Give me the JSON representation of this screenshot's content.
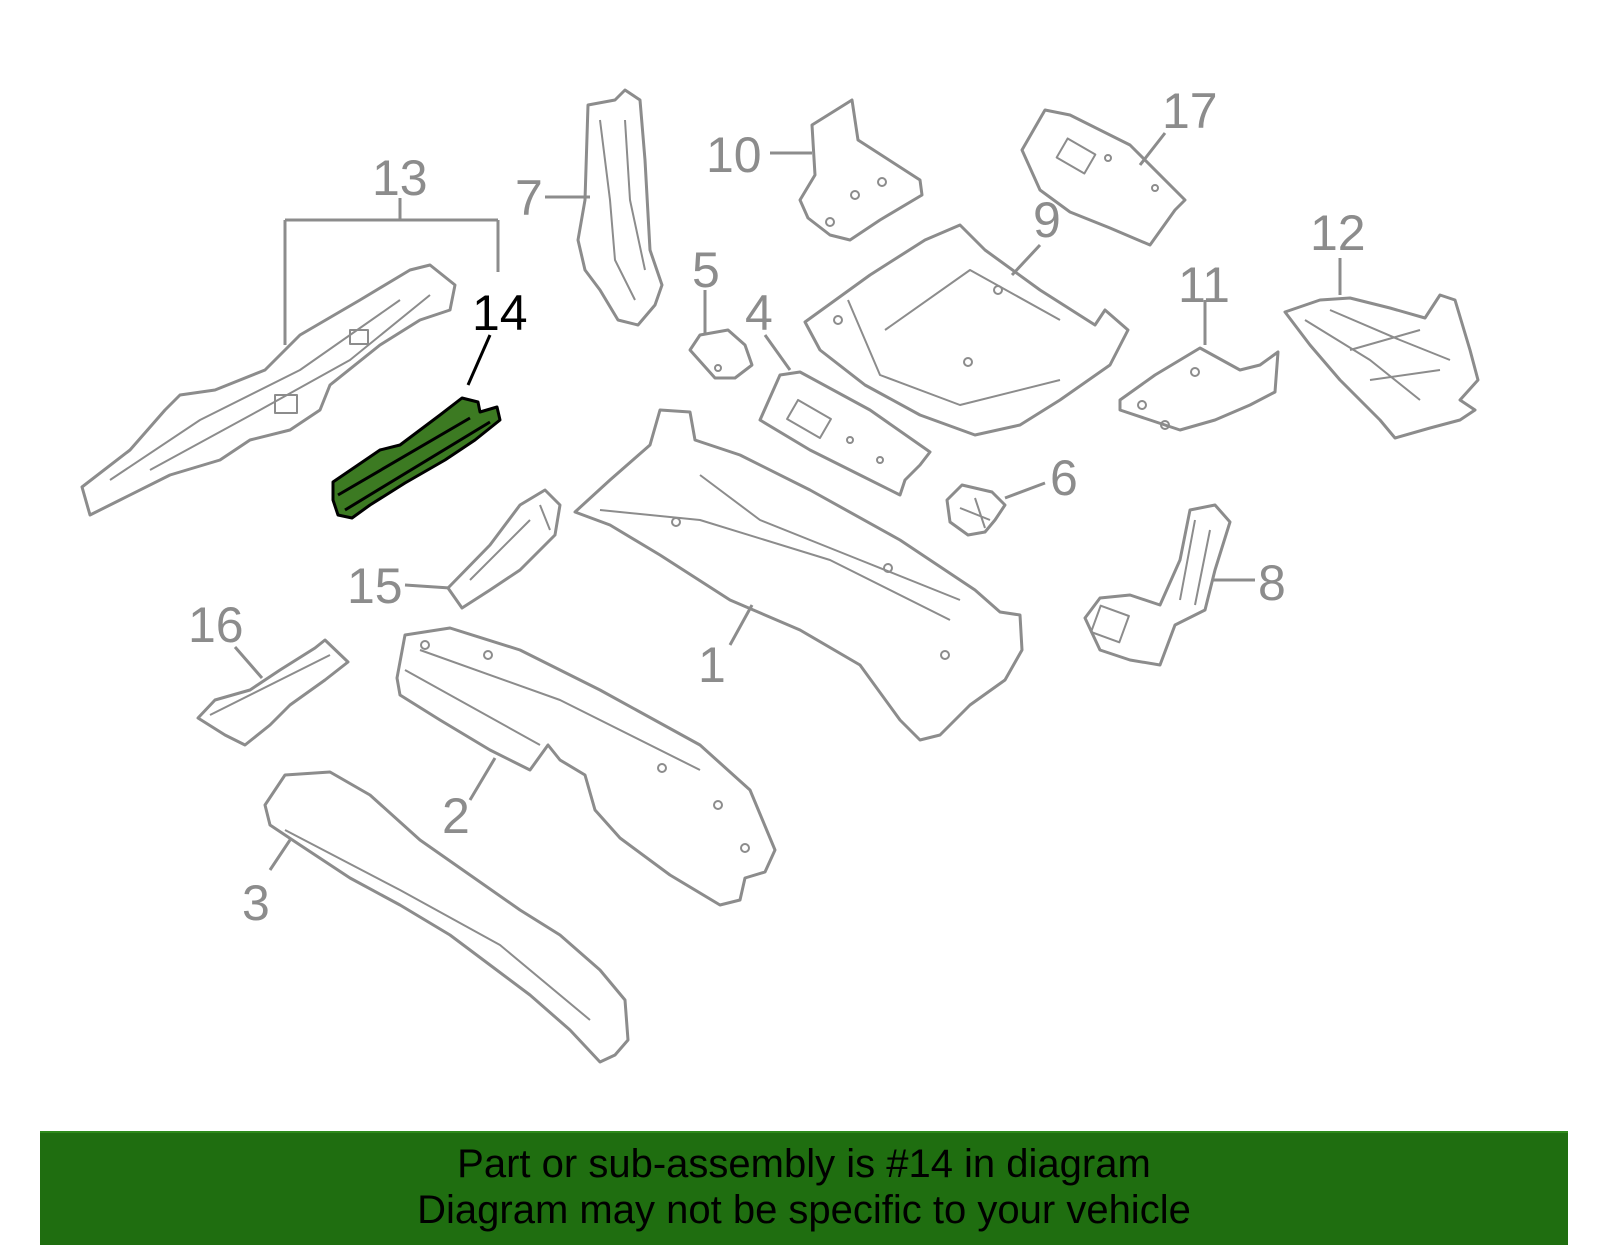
{
  "diagram": {
    "highlight_color": "#3c7a22",
    "outline_color": "#8c8c8c",
    "callouts": [
      "1",
      "2",
      "3",
      "4",
      "5",
      "6",
      "7",
      "8",
      "9",
      "10",
      "11",
      "12",
      "13",
      "14",
      "15",
      "16",
      "17"
    ],
    "highlighted_part": "14"
  },
  "banner": {
    "background": "#1f6e10",
    "line1": "Part or sub-assembly is #14 in diagram",
    "line2": "Diagram may not be specific to your vehicle"
  }
}
